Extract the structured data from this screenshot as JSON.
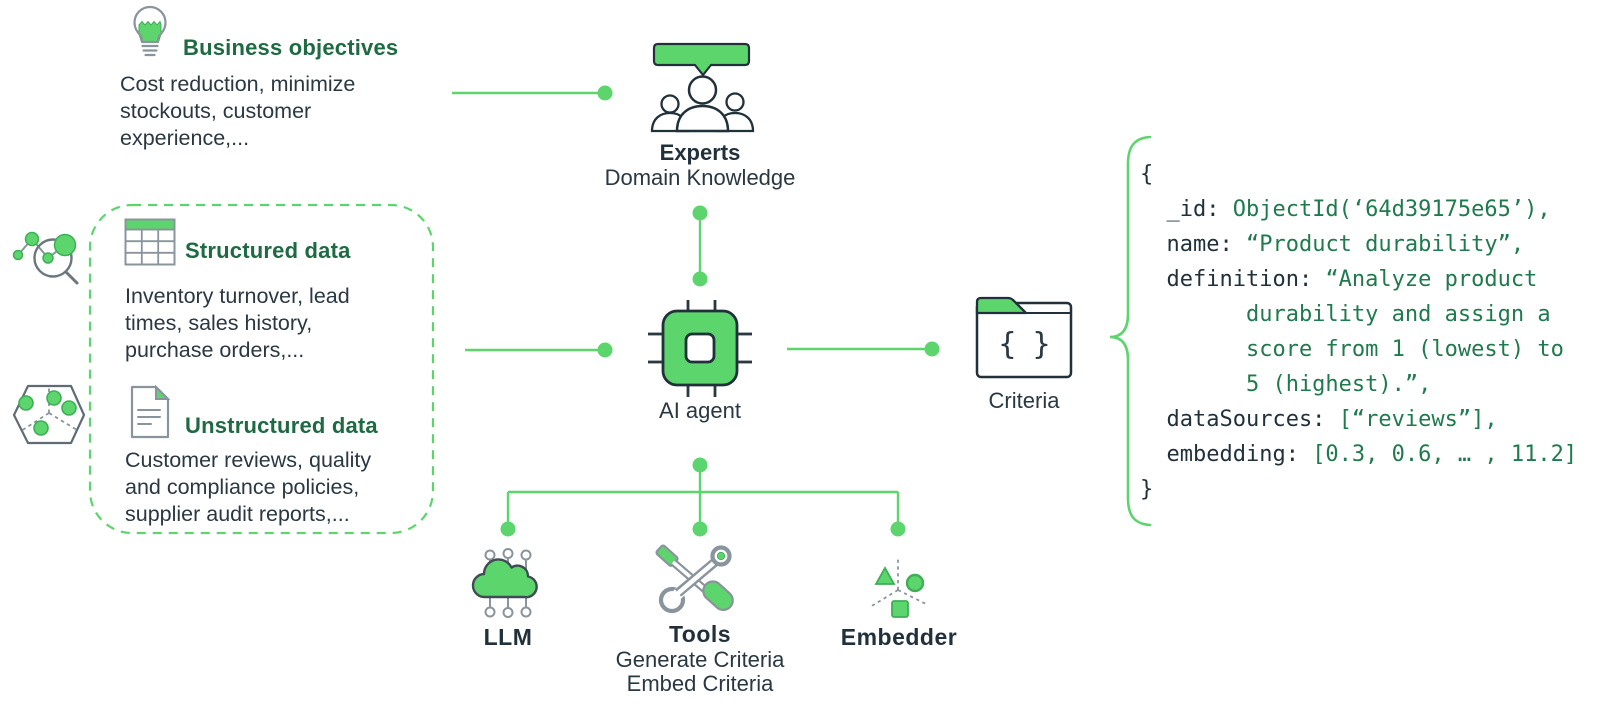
{
  "palette": {
    "accent_green": "#5CD66C",
    "icon_green_stroke": "#3FAE58",
    "dark_navy": "#21313C",
    "heading_green": "#1E6A42",
    "code_value_green": "#1F7A4D",
    "icon_gray": "#8A949C"
  },
  "business_objectives": {
    "icon": "lightbulb-icon",
    "title": "Business objectives",
    "description": "Cost reduction, minimize\nstockouts, customer\nexperience,..."
  },
  "data_box": {
    "outside_icons": [
      "scatter-magnifier-icon",
      "hexagon-vector-icon"
    ],
    "structured": {
      "icon": "table-icon",
      "title": "Structured data",
      "description": "Inventory turnover, lead\ntimes, sales history,\npurchase orders,..."
    },
    "unstructured": {
      "icon": "document-icon",
      "title": "Unstructured data",
      "description": "Customer reviews, quality\nand compliance policies,\nsupplier audit reports,..."
    }
  },
  "experts": {
    "icon": "experts-speech-bubble-icon",
    "title": "Experts",
    "subtitle": "Domain Knowledge"
  },
  "ai_agent": {
    "icon": "chip-icon",
    "label": "AI agent"
  },
  "criteria": {
    "icon": "folder-braces-icon",
    "folder_glyph": "{ }",
    "label": "Criteria"
  },
  "components": {
    "llm": {
      "icon": "cloud-network-icon",
      "label": "LLM"
    },
    "tools": {
      "icon": "wrench-screwdriver-icon",
      "label": "Tools",
      "line1": "Generate Criteria",
      "line2": "Embed Criteria"
    },
    "embedder": {
      "icon": "axes-shapes-icon",
      "label": "Embedder"
    }
  },
  "code": {
    "brace_open": "{",
    "id_key": "  _id: ",
    "id_value": "ObjectId(‘64d39175e65’),",
    "name_key": "  name: ",
    "name_value": "“Product durability”,",
    "def_key": "  definition: ",
    "def_value_1": "“Analyze product",
    "def_value_2": "        durability and assign a",
    "def_value_3": "        score from 1 (lowest) to",
    "def_value_4": "        5 (highest).”,",
    "datasources_key": "  dataSources: ",
    "datasources_value": "[“reviews”],",
    "embedding_key": "  embedding: ",
    "embedding_value": "[0.3, 0.6, … , 11.2]",
    "brace_close": "}"
  }
}
